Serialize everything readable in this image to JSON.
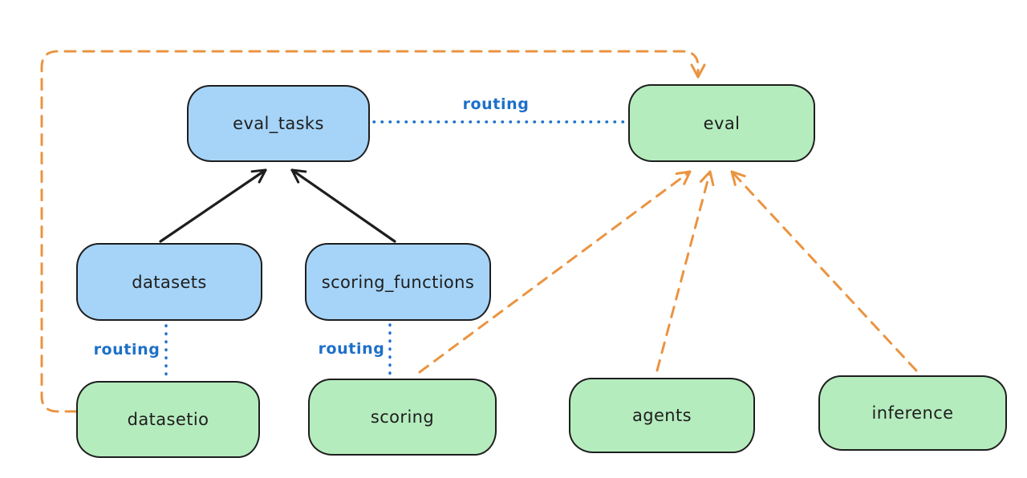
{
  "diagram": {
    "type": "architecture-routing-diagram",
    "background": "#ffffff"
  },
  "colors": {
    "node_blue_fill": "#a6d4f8",
    "node_green_fill": "#b5ecbe",
    "node_stroke": "#1e1e1e",
    "routing_label_blue": "#1d70c8",
    "dashed_arrow_orange": "#ea9441",
    "solid_arrow_black": "#1e1e1e"
  },
  "nodes": [
    {
      "id": "eval_tasks",
      "label": "eval_tasks",
      "color": "blue"
    },
    {
      "id": "eval",
      "label": "eval",
      "color": "green"
    },
    {
      "id": "datasets",
      "label": "datasets",
      "color": "blue"
    },
    {
      "id": "scoring_functions",
      "label": "scoring_functions",
      "color": "blue"
    },
    {
      "id": "datasetio",
      "label": "datasetio",
      "color": "green"
    },
    {
      "id": "scoring",
      "label": "scoring",
      "color": "green"
    },
    {
      "id": "agents",
      "label": "agents",
      "color": "green"
    },
    {
      "id": "inference",
      "label": "inference",
      "color": "green"
    }
  ],
  "edges": [
    {
      "from": "datasets",
      "to": "eval_tasks",
      "style": "solid-black-arrow",
      "label": ""
    },
    {
      "from": "scoring_functions",
      "to": "eval_tasks",
      "style": "solid-black-arrow",
      "label": ""
    },
    {
      "from": "eval_tasks",
      "to": "eval",
      "style": "dotted-blue-line",
      "label": "routing"
    },
    {
      "from": "datasets",
      "to": "datasetio",
      "style": "dotted-blue-line",
      "label": "routing"
    },
    {
      "from": "scoring_functions",
      "to": "scoring",
      "style": "dotted-blue-line",
      "label": "routing"
    },
    {
      "from": "datasetio",
      "to": "eval",
      "style": "dashed-orange-arrow",
      "label": ""
    },
    {
      "from": "scoring",
      "to": "eval",
      "style": "dashed-orange-arrow",
      "label": ""
    },
    {
      "from": "agents",
      "to": "eval",
      "style": "dashed-orange-arrow",
      "label": ""
    },
    {
      "from": "inference",
      "to": "eval",
      "style": "dashed-orange-arrow",
      "label": ""
    }
  ]
}
